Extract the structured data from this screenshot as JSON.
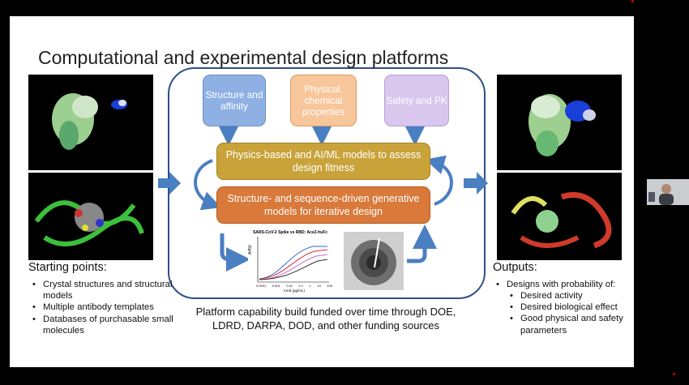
{
  "slide": {
    "title": "Computational and experimental design platforms",
    "inputs": {
      "structure": "Structure and affinity",
      "physical": "Physical, chemical properties",
      "safety": "Safety and PK"
    },
    "models": {
      "physics": "Physics-based and AI/ML models to assess design fitness",
      "generative": "Structure- and sequence-driven generative models for iterative design"
    },
    "assay_chart": {
      "title": "SARS-CoV-2 Spike vs RBD: Ace2-huFc",
      "ylabel": "A450",
      "xlabel": "mAb (μg/mL)",
      "tick_labels": [
        "0.0001",
        "0.001",
        "0.01",
        "0.1",
        "1",
        "10",
        "100"
      ]
    },
    "starting": {
      "heading": "Starting points:",
      "items": [
        "Crystal structures and structural models",
        "Multiple antibody templates",
        "Databases of purchasable small molecules"
      ]
    },
    "outputs": {
      "heading": "Outputs:",
      "item": "Designs with probability of:",
      "subitems": [
        "Desired activity",
        "Desired biological effect",
        "Good physical and safety parameters"
      ]
    },
    "funding": "Platform capability build funded over time through DOE, LDRD, DARPA, DOD, and other funding sources"
  },
  "colors": {
    "frame": "#2f4f86",
    "arrow": "#4a7fc1",
    "structure_box": "#8fb0e3",
    "physical_box": "#f7c69a",
    "safety_box": "#d9c7ee",
    "physics_box": "#c9a33a",
    "generative_box": "#d9793a"
  }
}
